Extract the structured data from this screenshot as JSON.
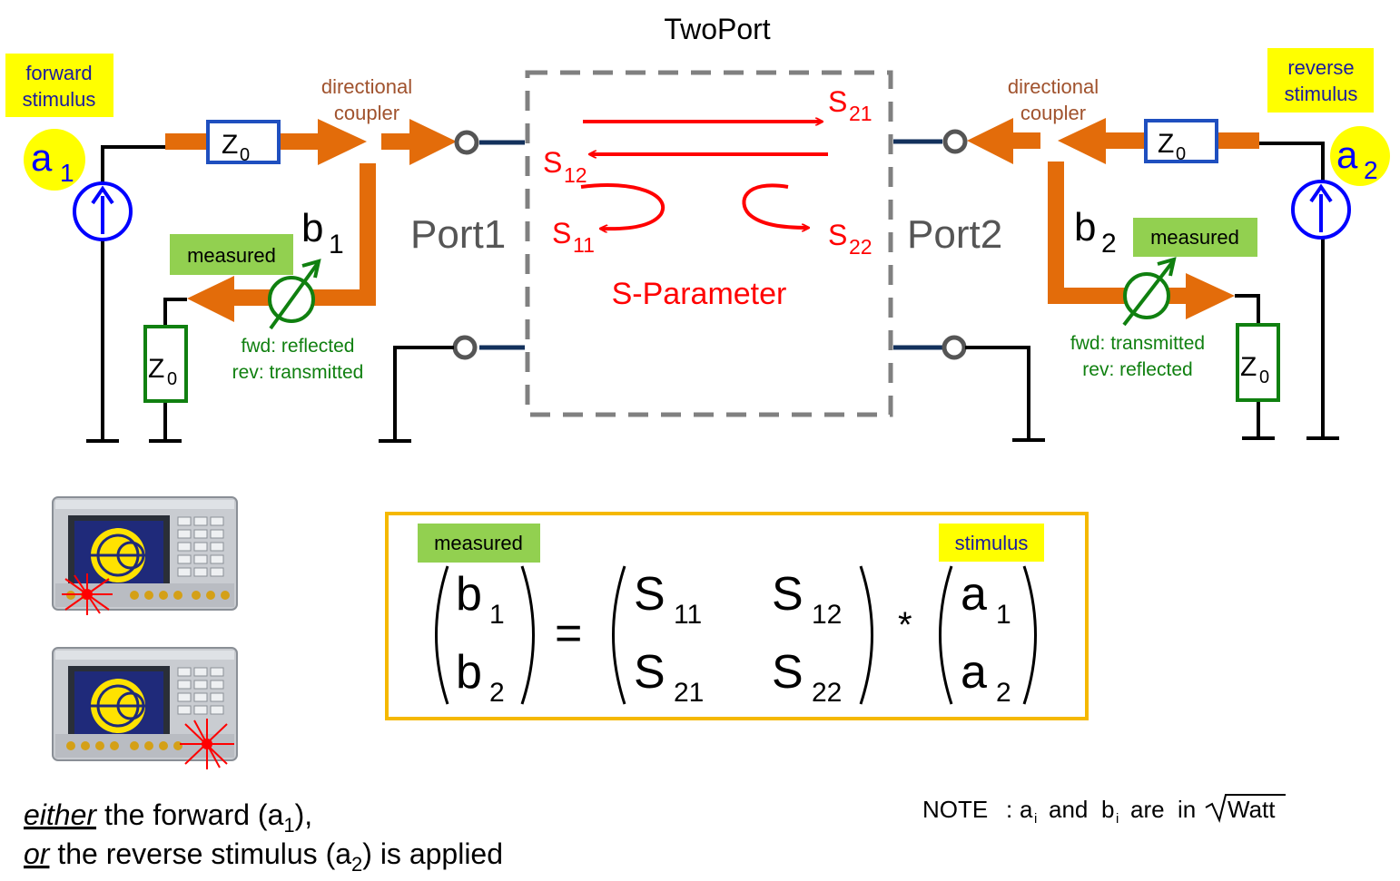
{
  "title": "TwoPort",
  "left": {
    "stimulus_label": [
      "forward",
      "stimulus"
    ],
    "source_letter": "a",
    "source_sub": "1",
    "coupler_label": [
      "directional",
      "coupler"
    ],
    "z_letter": "Z",
    "z_sub": "0",
    "b_letter": "b",
    "b_sub": "1",
    "measured": "measured",
    "port": "Port1",
    "notes": [
      "fwd: reflected",
      "rev: transmitted"
    ]
  },
  "right": {
    "stimulus_label": [
      "reverse",
      "stimulus"
    ],
    "source_letter": "a",
    "source_sub": "2",
    "coupler_label": [
      "directional",
      "coupler"
    ],
    "z_letter": "Z",
    "z_sub": "0",
    "b_letter": "b",
    "b_sub": "2",
    "measured": "measured",
    "port": "Port2",
    "notes": [
      "fwd: transmitted",
      "rev: reflected"
    ]
  },
  "sparams": {
    "s21": {
      "letter": "S",
      "sub": "21"
    },
    "s12": {
      "letter": "S",
      "sub": "12"
    },
    "s11": {
      "letter": "S",
      "sub": "11"
    },
    "s22": {
      "letter": "S",
      "sub": "22"
    },
    "caption": "S-Parameter"
  },
  "equation": {
    "measured": "measured",
    "stimulus": "stimulus",
    "b": [
      {
        "letter": "b",
        "sub": "1"
      },
      {
        "letter": "b",
        "sub": "2"
      }
    ],
    "equals": "=",
    "matrix": [
      {
        "letter": "S",
        "sub": "11"
      },
      {
        "letter": "S",
        "sub": "12"
      },
      {
        "letter": "S",
        "sub": "21"
      },
      {
        "letter": "S",
        "sub": "22"
      }
    ],
    "times": "*",
    "a": [
      {
        "letter": "a",
        "sub": "1"
      },
      {
        "letter": "a",
        "sub": "2"
      }
    ]
  },
  "bottom_text": {
    "line1": {
      "em": "either",
      "pre": " the forward (a",
      "sub": "1",
      "post": "),"
    },
    "line2": {
      "em": "or",
      "pre": " the reverse stimulus (a",
      "sub": "2",
      "post": ") is applied"
    }
  },
  "note": {
    "prefix": "NOTE",
    "colon": ":",
    "a_letter": "a",
    "a_sub": "i",
    "and": "and",
    "b_letter": "b",
    "b_sub": "i",
    "are_in": "are  in",
    "unit": "Watt"
  },
  "colors": {
    "highlight_yellow": "#ffff00",
    "measured_green": "#92d050",
    "coupler_orange": "#e36c0a",
    "sparam_red": "#ff0000",
    "note_green": "#108010",
    "source_blue": "#0000ff",
    "frame_gold": "#f5b800"
  },
  "icons": [
    "vna-instrument-icon",
    "current-source-icon",
    "meter-icon",
    "port-terminal-icon",
    "ground-icon"
  ]
}
